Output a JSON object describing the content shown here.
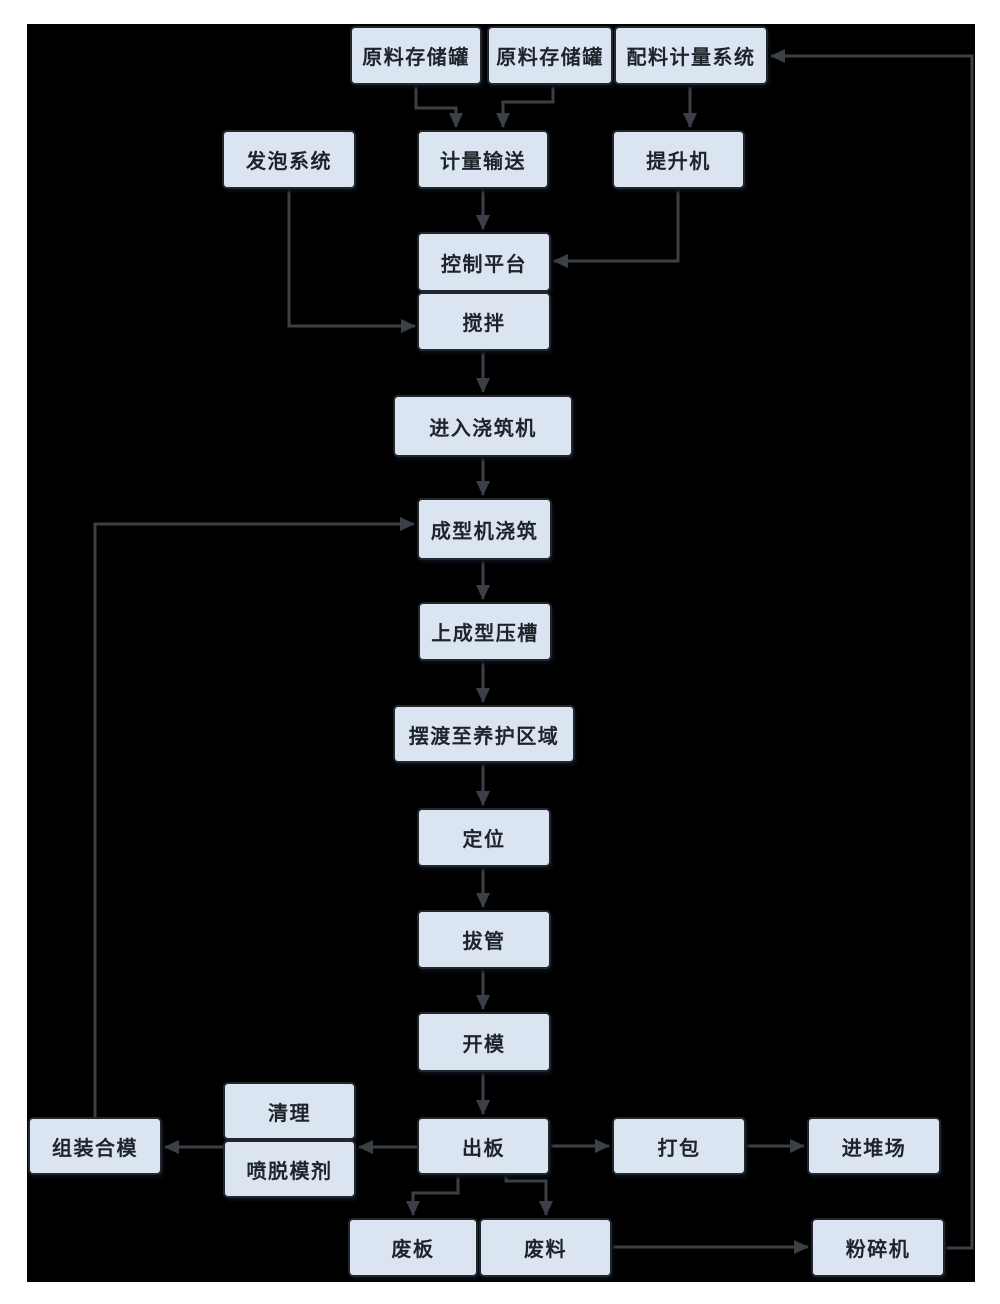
{
  "diagram": {
    "colors": {
      "page_background": "#ffffff",
      "panel_background": "#000000",
      "node_fill": "#dbe4f1",
      "node_border": "#22272e",
      "arrow": "#3a4046",
      "text": "#1f242b"
    },
    "nodes": [
      {
        "label": "原料存储罐"
      },
      {
        "label": "原料存储罐"
      },
      {
        "label": "配料计量系统"
      },
      {
        "label": "发泡系统"
      },
      {
        "label": "计量输送"
      },
      {
        "label": "提升机"
      },
      {
        "label": "控制平台"
      },
      {
        "label": "搅拌"
      },
      {
        "label": "进入浇筑机"
      },
      {
        "label": "成型机浇筑"
      },
      {
        "label": "上成型压槽"
      },
      {
        "label": "摆渡至养护区域"
      },
      {
        "label": "定位"
      },
      {
        "label": "拔管"
      },
      {
        "label": "开模"
      },
      {
        "label": "清理"
      },
      {
        "label": "喷脱模剂"
      },
      {
        "label": "组装合模"
      },
      {
        "label": "出板"
      },
      {
        "label": "打包"
      },
      {
        "label": "进堆场"
      },
      {
        "label": "废板"
      },
      {
        "label": "废料"
      },
      {
        "label": "粉碎机"
      }
    ],
    "edges": [
      {
        "from": 0,
        "to": 4
      },
      {
        "from": 1,
        "to": 4
      },
      {
        "from": 2,
        "to": 5
      },
      {
        "from": 4,
        "to": 6
      },
      {
        "from": 5,
        "to": 6
      },
      {
        "from": 3,
        "to": 7
      },
      {
        "from": 7,
        "to": 8
      },
      {
        "from": 8,
        "to": 9
      },
      {
        "from": 9,
        "to": 10
      },
      {
        "from": 10,
        "to": 11
      },
      {
        "from": 11,
        "to": 12
      },
      {
        "from": 12,
        "to": 13
      },
      {
        "from": 13,
        "to": 14
      },
      {
        "from": 14,
        "to": 18
      },
      {
        "from": 18,
        "to": 15
      },
      {
        "from": 15,
        "to": 17
      },
      {
        "from": 17,
        "to": 9
      },
      {
        "from": 18,
        "to": 19
      },
      {
        "from": 19,
        "to": 20
      },
      {
        "from": 18,
        "to": 21
      },
      {
        "from": 18,
        "to": 22
      },
      {
        "from": 22,
        "to": 23
      },
      {
        "from": 23,
        "to": 2
      }
    ]
  }
}
